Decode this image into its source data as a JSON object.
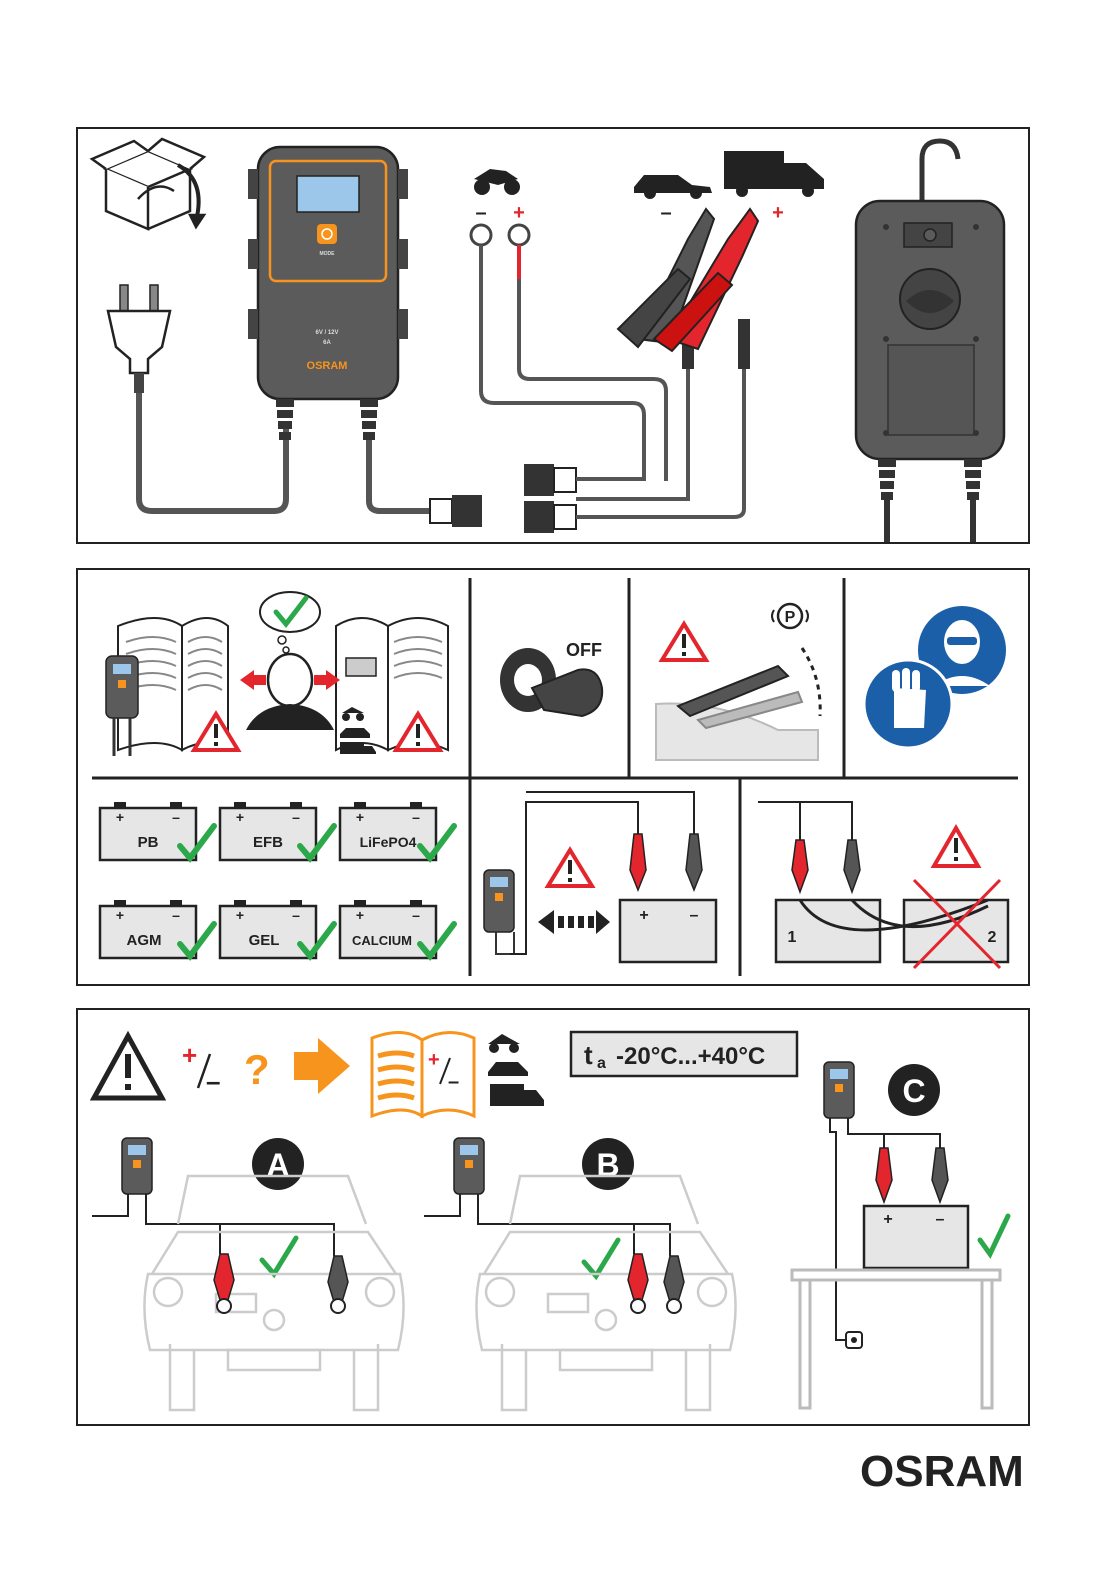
{
  "charger": {
    "mode_label": "MODE",
    "spec_voltage": "6V / 12V",
    "spec_current": "6A",
    "brand": "OSRAM"
  },
  "polarity": {
    "minus": "–",
    "plus": "+"
  },
  "safety": {
    "ignition_label": "OFF",
    "parking_label": "P"
  },
  "battery_types": [
    "PB",
    "EFB",
    "LiFePO4",
    "AGM",
    "GEL",
    "CALCIUM"
  ],
  "parallel_batteries": [
    "1",
    "2"
  ],
  "install": {
    "temperature_label": "-20°C...+40°C",
    "temperature_symbol": "t",
    "temperature_subscript": "a",
    "question_mark": "?",
    "scenarios": [
      "A",
      "B",
      "C"
    ]
  },
  "footer": {
    "logo": "OSRAM"
  },
  "colors": {
    "accent_orange": "#F7941D",
    "red": "#E3262D",
    "green": "#2BA84A",
    "blue": "#1B5FA8",
    "dark": "#333333",
    "grey": "#5a5a5a"
  }
}
